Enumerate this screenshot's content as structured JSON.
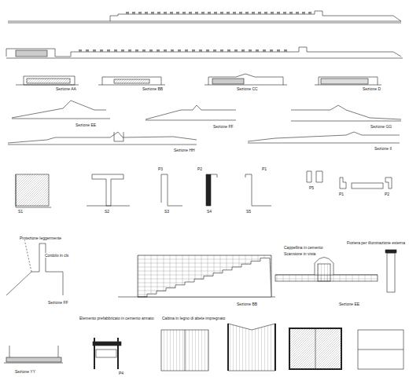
{
  "diagram": {
    "labels": [
      "Sezione AA",
      "Sezione BB",
      "Sezione CC",
      "Sezione D",
      "Sezione EE",
      "Sezione FF",
      "Sezione GG",
      "Sezione HH",
      "Sezione II",
      "S1",
      "S2",
      "S3",
      "S4",
      "S5",
      "P3",
      "P1",
      "P2",
      "P5",
      "P1",
      "P2",
      "Protezione leggermente",
      "Cordolo in cls",
      "Sezione FF",
      "Sezione BB",
      "Cappellina in cemento",
      "Scansione in vista",
      "Fioriera per illuminazione esterna",
      "Sezione EE",
      "Sezione YY",
      "Elemento prefabbricato in cemento armato",
      "P4",
      "Cabina in legno di abete impregnato"
    ]
  }
}
